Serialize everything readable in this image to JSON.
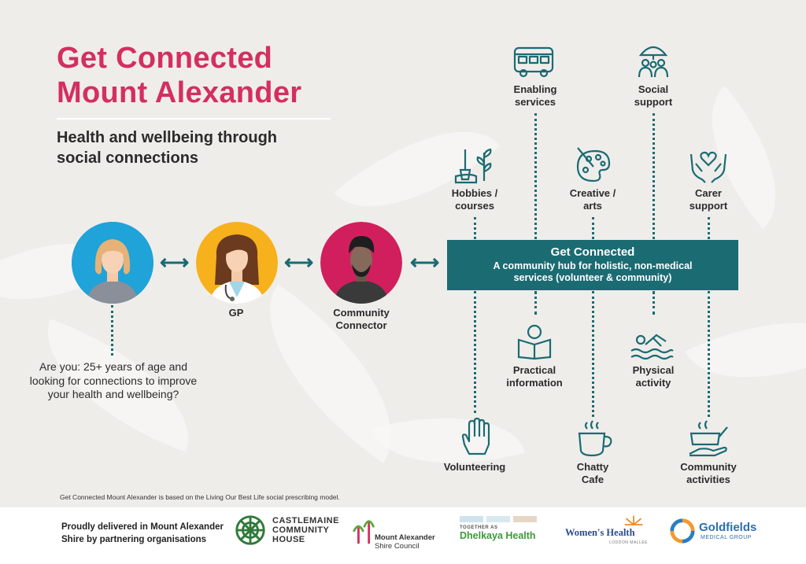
{
  "title": {
    "line1": "Get Connected",
    "line2": "Mount Alexander"
  },
  "subtitle": {
    "line1": "Health and wellbeing through",
    "line2": "social connections"
  },
  "people": {
    "gp_label": "GP",
    "connector_label_1": "Community",
    "connector_label_2": "Connector"
  },
  "arrow_glyph": "⟷",
  "question": "Are you: 25+ years of age and looking for connections to improve your health and wellbeing?",
  "hub": {
    "title": "Get Connected",
    "desc_line1": "A community hub for holistic, non-medical",
    "desc_line2": "services (volunteer & community)"
  },
  "services": {
    "enabling_1": "Enabling",
    "enabling_2": "services",
    "social_1": "Social",
    "social_2": "support",
    "hobbies_1": "Hobbies /",
    "hobbies_2": "courses",
    "creative_1": "Creative /",
    "creative_2": "arts",
    "carer_1": "Carer",
    "carer_2": "support",
    "practical_1": "Practical",
    "practical_2": "information",
    "physical_1": "Physical",
    "physical_2": "activity",
    "volunteering": "Volunteering",
    "chatty_1": "Chatty",
    "chatty_2": "Cafe",
    "community_1": "Community",
    "community_2": "activities"
  },
  "footnote": "Get Connected Mount Alexander is based on the Living Our Best Life social prescribing model.",
  "footer": {
    "line1": "Proudly delivered in Mount Alexander",
    "line2": "Shire by partnering organisations"
  },
  "logos": {
    "castlemaine_1": "CASTLEMAINE",
    "castlemaine_2": "COMMUNITY",
    "castlemaine_3": "HOUSE",
    "council_1": "Mount Alexander",
    "council_2": "Shire Council",
    "dhelkaya_small": "TOGETHER AS",
    "dhelkaya": "Dhelkaya Health",
    "womens": "Women's Health",
    "womens_small": "LODDON MALLEE",
    "goldfields_1": "Goldfields",
    "goldfields_2": "MEDICAL GROUP"
  },
  "colors": {
    "title": "#d32f5f",
    "teal": "#1b6b73",
    "background": "#efedea",
    "avatar_blue": "#1fa3d8",
    "avatar_yellow": "#f6b11c",
    "avatar_pink": "#d11f5e"
  },
  "icons": [
    "bus-icon",
    "umbrella-people-icon",
    "gardening-icon",
    "palette-icon",
    "heart-hands-icon",
    "reading-icon",
    "swimmer-icon",
    "raised-hand-icon",
    "coffee-cup-icon",
    "cooking-pot-icon"
  ]
}
